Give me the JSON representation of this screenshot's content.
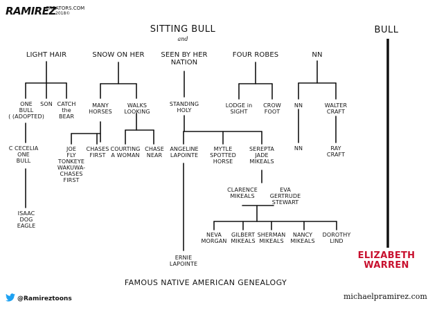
{
  "signature": {
    "name": "RAMIREZ",
    "site": "CREATORS.COM",
    "year": "2018©"
  },
  "title": "SITTING BULL",
  "title_and": "and",
  "bull": "BULL",
  "gen1": {
    "light_hair": "LIGHT HAIR",
    "snow_on_her": "SNOW ON HER",
    "seen_by_her_nation": "SEEN BY HER\nNATION",
    "four_robes": "FOUR ROBES",
    "nn": "NN"
  },
  "gen2": {
    "one_bull": "ONE\nBULL\n( (ADOPTED)",
    "son": "SON",
    "catch_the_bear": "CATCH\nthe\nBEAR",
    "many_horses": "MANY\nHORSES",
    "walks_looking": "WALKS\nLOOKING",
    "standing_holy": "STANDING\nHOLY",
    "lodge_in_sight": "LODGE in\nSIGHT",
    "crow_foot": "CROW\nFOOT",
    "nn_left": "NN",
    "walter_craft": "WALTER\nCRAFT"
  },
  "gen3": {
    "cecelia_one_bull": "C CECELIA\nONE\nBULL",
    "joe_fly": "JOE\nFLY\nTONKEYE\nWAKUWA-\nCHASES\nFIRST",
    "chases_first": "CHASES\nFIRST",
    "courting_a_woman": "COURTING\nA WOMAN",
    "chase_near": "CHASE\nNEAR",
    "angeline_lapointe": "ANGELINE\nLAPOINTE",
    "mytle_spotted_horse": "MYTLE\nSPOTTED\nHORSE",
    "serepta_jade_mikeals": "SEREPTA\nJADE\nMIKEALS",
    "nn_below": "NN",
    "ray_craft": "RAY\nCRAFT"
  },
  "gen4": {
    "clarence_mikeals": "CLARENCE\nMIKEALS",
    "eva_gertrude_stewart": "EVA\nGERTRUDE\nSTEWART",
    "isaac_dog_eagle": "ISAAC\nDOG\nEAGLE"
  },
  "gen5": {
    "neva_morgan": "NEVA\nMORGAN",
    "gilbert_mikeals": "GILBERT\nMIKEALS",
    "sherman_mikeals": "SHERMAN\nMIKEALS",
    "nancy_mikeals": "NANCY\nMIKEALS",
    "dorothy_lind": "DOROTHY\nLIND",
    "ernie_lapointe": "ERNIE\nLAPOINTE"
  },
  "elizabeth_warren": "ELIZABETH\nWARREN",
  "caption": "FAMOUS NATIVE AMERICAN GENEALOGY",
  "twitter_handle": "@Ramireztoons",
  "website": "michaelpramirez.com",
  "colors": {
    "ink": "#111111",
    "warren_red": "#c8102e",
    "twitter_blue": "#1da1f2"
  },
  "icons": {
    "twitter": "twitter-bird-icon"
  }
}
